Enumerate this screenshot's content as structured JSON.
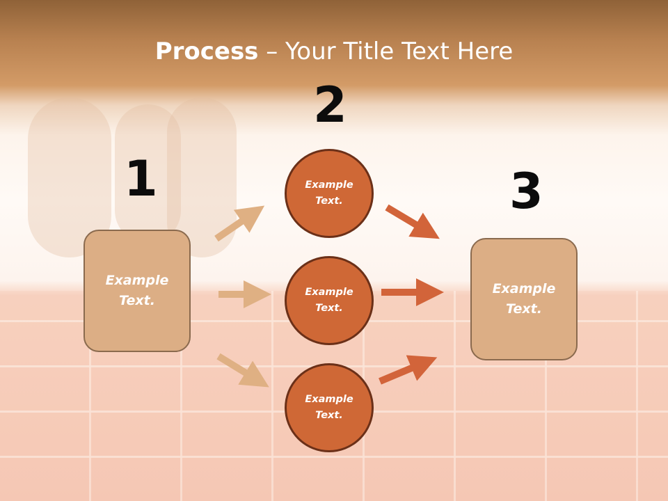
{
  "title": {
    "bold": "Process",
    "rest": " – Your Title Text Here"
  },
  "steps": [
    {
      "number": "1"
    },
    {
      "number": "2"
    },
    {
      "number": "3"
    }
  ],
  "boxes": {
    "left": "Example\nText.",
    "right": "Example\nText."
  },
  "circles": [
    {
      "label": "Example\nText."
    },
    {
      "label": "Example\nText."
    },
    {
      "label": "Example\nText."
    }
  ],
  "colors": {
    "box_fill": "#dcae85",
    "circle_fill": "#cf6836",
    "arrow_light": "#dfb083",
    "arrow_dark": "#d2643a"
  }
}
